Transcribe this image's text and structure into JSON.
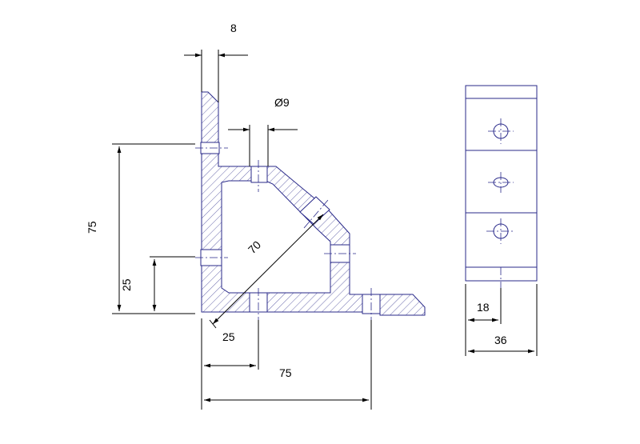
{
  "dimensions": {
    "wall_thickness": "8",
    "hole_diameter": "Ø9",
    "height_total": "75",
    "height_hole": "25",
    "diagonal": "70",
    "hole_offset_x": "25",
    "width_total": "75",
    "side_hole_offset": "18",
    "side_width": "36"
  },
  "colors": {
    "outline": "#2a2a8a",
    "dimension": "#000000",
    "background": "#ffffff"
  }
}
